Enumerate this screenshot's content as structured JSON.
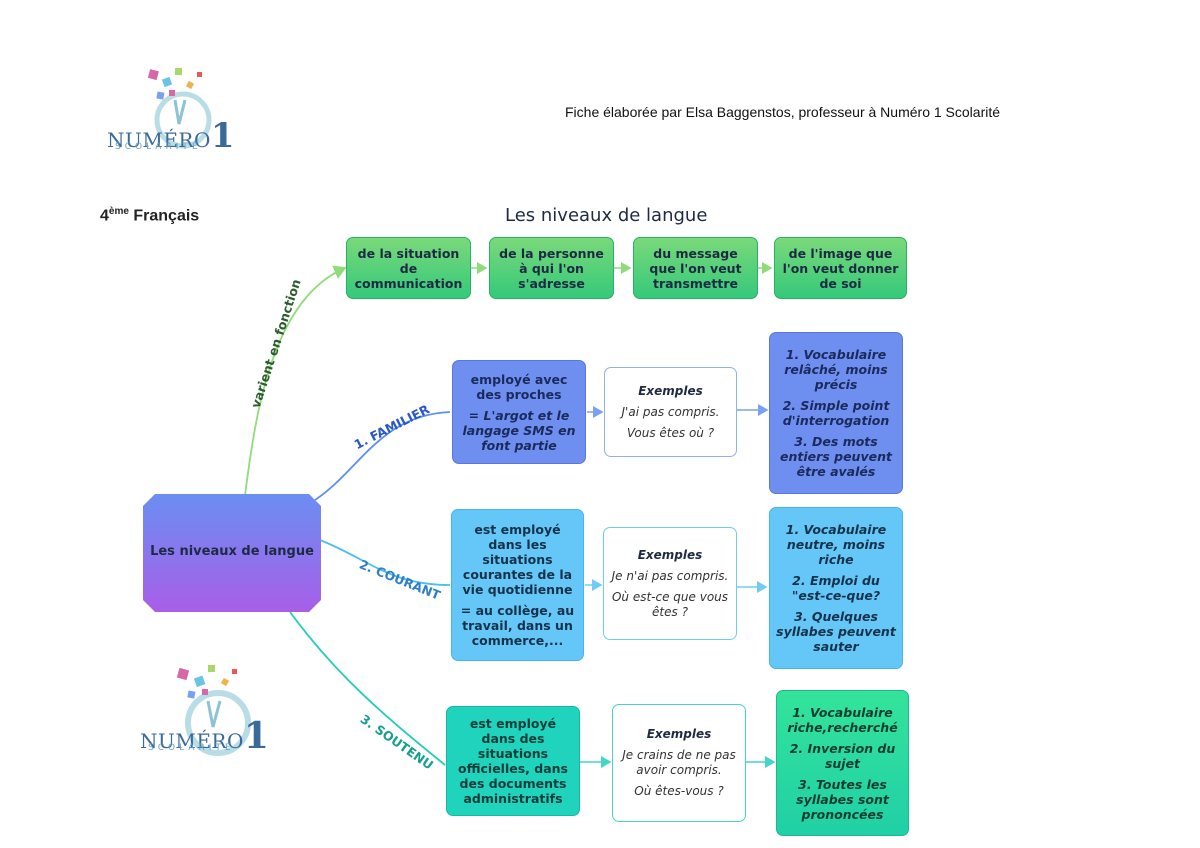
{
  "header": {
    "credit": "Fiche élaborée par Elsa Baggenstos, professeur à Numéro 1 Scolarité",
    "grade_prefix": "4",
    "grade_sup": "ème",
    "grade_subject": "Français",
    "page_title": "Les niveaux de langue"
  },
  "logo": {
    "word_main": "NUMÉRO",
    "word_digit": "1",
    "word_sub": "SCOLARITÉ"
  },
  "center": {
    "label": "Les niveaux de langue"
  },
  "branch_labels": {
    "fonction": "varient en fonction",
    "familier": "1. FAMILIER",
    "courant": "2. COURANT",
    "soutenu": "3. SOUTENU"
  },
  "fonction_boxes": [
    "de la situation de communication",
    "de la personne à qui l'on s'adresse",
    "du message que l'on veut transmettre",
    "de l'image que l'on veut donner de soi"
  ],
  "familier": {
    "desc": "employé avec des proches",
    "desc_note": "= L'argot et le langage SMS en font partie",
    "examples_title": "Exemples",
    "examples": [
      "J'ai pas compris.",
      "Vous êtes où ?"
    ],
    "traits": [
      "1. Vocabulaire relâché, moins précis",
      "2. Simple point d'interrogation",
      "3. Des mots entiers peuvent être avalés"
    ]
  },
  "courant": {
    "desc": "est employé dans les situations courantes de la vie quotidienne",
    "desc_note": "= au collège, au travail, dans un commerce,...",
    "examples_title": "Exemples",
    "examples": [
      "Je n'ai pas compris.",
      "Où est-ce que vous êtes ?"
    ],
    "traits": [
      "1. Vocabulaire neutre, moins riche",
      "2. Emploi du \"est-ce-que?",
      "3. Quelques syllabes peuvent sauter"
    ]
  },
  "soutenu": {
    "desc": "est employé dans des situations officielles, dans des documents administratifs",
    "examples_title": "Exemples",
    "examples": [
      "Je crains de ne pas avoir compris.",
      "Où êtes-vous ?"
    ],
    "traits": [
      "1.  Vocabulaire riche,recherché",
      "2. Inversion du sujet",
      "3. Toutes les syllabes sont prononcées"
    ]
  },
  "colors": {
    "green_line": "#8fdc7a",
    "familier_line": "#5b8ff0",
    "courant_line": "#49bff0",
    "soutenu_line": "#22cdb8",
    "familier_text": "#2a58c8",
    "courant_text": "#2f7fc8",
    "soutenu_text": "#169f8e"
  }
}
